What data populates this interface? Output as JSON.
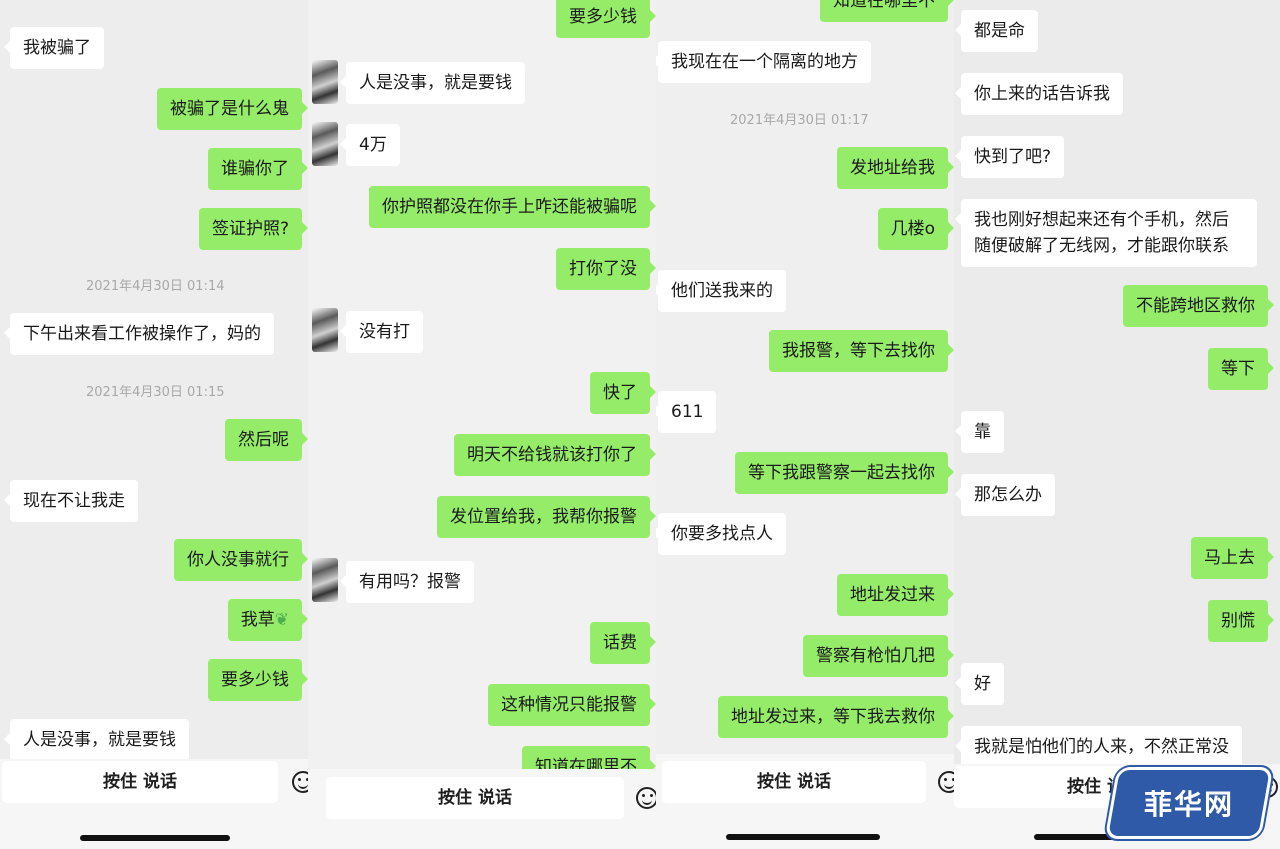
{
  "panel1": {
    "messages": [
      {
        "side": "in",
        "text": "我被骗了"
      },
      {
        "side": "out",
        "text": "被骗了是什么鬼"
      },
      {
        "side": "out",
        "text": "谁骗你了"
      },
      {
        "side": "out",
        "text": "签证护照?"
      },
      {
        "side": "in",
        "text": "下午出来看工作被操作了，妈的"
      },
      {
        "side": "out",
        "text": "然后呢"
      },
      {
        "side": "in",
        "text": "现在不让我走"
      },
      {
        "side": "out",
        "text": "你人没事就行"
      },
      {
        "side": "out",
        "text": "我草"
      },
      {
        "side": "out",
        "text": "要多少钱"
      },
      {
        "side": "in",
        "text": "人是没事，就是要钱"
      }
    ],
    "timestamps": [
      "2021年4月30日 01:14",
      "2021年4月30日 01:15"
    ],
    "hold_to_talk": "按住 说话"
  },
  "panel2": {
    "messages": [
      {
        "side": "out",
        "text": "要多少钱"
      },
      {
        "side": "in",
        "text": "人是没事，就是要钱"
      },
      {
        "side": "in",
        "text": "4万"
      },
      {
        "side": "out",
        "text": "你护照都没在你手上咋还能被骗呢"
      },
      {
        "side": "out",
        "text": "打你了没"
      },
      {
        "side": "in",
        "text": "没有打"
      },
      {
        "side": "out",
        "text": "快了"
      },
      {
        "side": "out",
        "text": "明天不给钱就该打你了"
      },
      {
        "side": "out",
        "text": "发位置给我，我帮你报警"
      },
      {
        "side": "in",
        "text": "有用吗？报警"
      },
      {
        "side": "out",
        "text": "话费"
      },
      {
        "side": "out",
        "text": "这种情况只能报警"
      },
      {
        "side": "out",
        "text": "知道在哪里不"
      }
    ],
    "hold_to_talk": "按住 说话"
  },
  "panel3": {
    "messages": [
      {
        "side": "out",
        "text": "知道在哪里不"
      },
      {
        "side": "in",
        "text": "我现在在一个隔离的地方"
      },
      {
        "side": "out",
        "text": "发地址给我"
      },
      {
        "side": "out",
        "text": "几楼o"
      },
      {
        "side": "in",
        "text": "他们送我来的"
      },
      {
        "side": "out",
        "text": "我报警，等下去找你"
      },
      {
        "side": "in",
        "text": "611"
      },
      {
        "side": "out",
        "text": "等下我跟警察一起去找你"
      },
      {
        "side": "in",
        "text": "你要多找点人"
      },
      {
        "side": "out",
        "text": "地址发过来"
      },
      {
        "side": "out",
        "text": "警察有枪怕几把"
      },
      {
        "side": "out",
        "text": "地址发过来，等下我去救你"
      }
    ],
    "timestamps": [
      "2021年4月30日 01:17"
    ],
    "hold_to_talk": "按住 说话"
  },
  "panel4": {
    "messages": [
      {
        "side": "in",
        "text": "都是命"
      },
      {
        "side": "in",
        "text": "你上来的话告诉我"
      },
      {
        "side": "in",
        "text": "快到了吧?"
      },
      {
        "side": "in",
        "text": "我也刚好想起来还有个手机，然后随便破解了无线网，才能跟你联系"
      },
      {
        "side": "out",
        "text": "不能跨地区救你"
      },
      {
        "side": "out",
        "text": "等下"
      },
      {
        "side": "in",
        "text": "靠"
      },
      {
        "side": "in",
        "text": "那怎么办"
      },
      {
        "side": "out",
        "text": "马上去"
      },
      {
        "side": "out",
        "text": "别慌"
      },
      {
        "side": "in",
        "text": "好"
      },
      {
        "side": "in",
        "text": "我就是怕他们的人来，不然正常没"
      }
    ],
    "hold_to_talk": "按住 说话"
  },
  "watermark": "菲华网",
  "colors": {
    "outgoing": "#95ec69",
    "incoming": "#ffffff",
    "chat_bg": "#ededed"
  }
}
